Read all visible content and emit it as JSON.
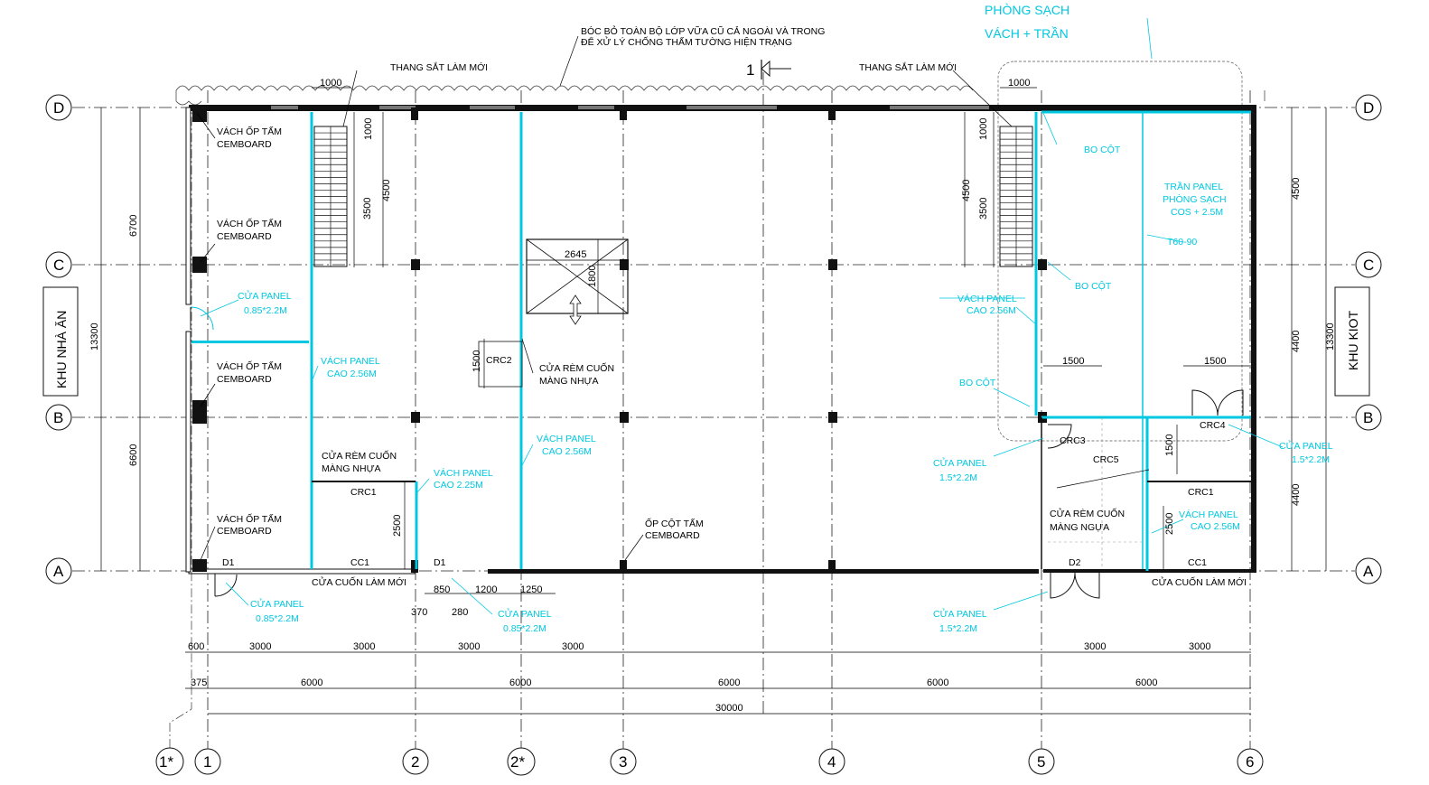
{
  "notes": {
    "top_note_line1": "BÓC BỎ TOÀN BỘ LỚP VỮA CŨ CẢ NGOÀI VÀ TRONG",
    "top_note_line2": "ĐỂ XỬ LÝ CHỐNG THẤM TƯỜNG HIỆN TRẠNG",
    "clean_room_line1": "PHÒNG SẠCH",
    "clean_room_line2": "VÁCH + TRẦN",
    "section_mark": "1",
    "stair_left": "THANG SẮT LÀM MỚI",
    "stair_right": "THANG SẮT LÀM MỚI",
    "cem1": "VÁCH ỐP TẤM",
    "cem1b": "CEMBOARD",
    "cem2": "VÁCH ỐP TẤM",
    "cem2b": "CEMBOARD",
    "cem3": "VÁCH ỐP TẤM",
    "cem3b": "CEMBOARD",
    "cem4": "VÁCH ỐP TẤM",
    "cem4b": "CEMBOARD",
    "door_panel_left": "CỬA PANEL",
    "door_panel_left_size": "0.85*2.2M",
    "door_d1_left": "CỬA PANEL",
    "door_d1_left_size": "0.85*2.2M",
    "door_d1_mid": "CỬA PANEL",
    "door_d1_mid_size": "0.85*2.2M",
    "panel_wall_1": "VÁCH PANEL",
    "panel_wall_1_h": "CAO 2.56M",
    "panel_wall_2": "VÁCH PANEL",
    "panel_wall_2_h": "CAO 2.25M",
    "panel_wall_3": "VÁCH PANEL",
    "panel_wall_3_h": "CAO 2.56M",
    "panel_wall_4": "VÁCH PANEL",
    "panel_wall_4_h": "CAO 2.56M",
    "panel_wall_5": "VÁCH PANEL",
    "panel_wall_5_h": "CAO 2.56M",
    "roll_curtain_1": "CỬA RÈM CUỐN",
    "roll_curtain_1b": "MÀNG NHỰA",
    "roll_curtain_2": "CỬA RÈM CUỐN",
    "roll_curtain_2b": "MÀNG NHỰA",
    "roll_curtain_3": "CỬA RÈM CUỐN",
    "roll_curtain_3b": "MÀNG NGỰA",
    "crc1": "CRC1",
    "crc1b": "CRC1",
    "crc2": "CRC2",
    "crc3": "CRC3",
    "crc4": "CRC4",
    "crc5": "CRC5",
    "cc1": "CC1",
    "cc1b": "CC1",
    "d1a": "D1",
    "d1b": "D1",
    "d2": "D2",
    "roll_door_left": "CỬA CUỐN LÀM MỚI",
    "roll_door_right": "CỬA CUỐN LÀM MỚI",
    "column_clad": "ỐP CỘT TẤM",
    "column_clad_b": "CEMBOARD",
    "bo_cot_1": "BO CỘT",
    "bo_cot_2": "BO CỘT",
    "bo_cot_3": "BO CỘT",
    "ceiling_1": "TRẦN PANEL",
    "ceiling_2": "PHÒNG SẠCH",
    "ceiling_3": "COS + 2.5M",
    "t6090": "T60-90",
    "door_panel_r1": "CỬA PANEL",
    "door_panel_r1_size": "1.5*2.2M",
    "door_panel_r2": "CỬA PANEL",
    "door_panel_r2_size": "1.5*2.2M",
    "door_panel_r3": "CỬA PANEL",
    "door_panel_r3_size": "1.5*2.2M",
    "left_zone": "KHU NHÀ ĂN",
    "right_zone": "KHU KIOT"
  },
  "axes": {
    "rows": [
      "D",
      "C",
      "B",
      "A"
    ],
    "cols": [
      "1*",
      "1",
      "2",
      "2*",
      "3",
      "4",
      "5",
      "6"
    ]
  },
  "dims": {
    "bottom_row1": [
      "600",
      "3000",
      "3000",
      "3000",
      "3000",
      "3000",
      "3000"
    ],
    "bottom_row2": [
      "375",
      "6000",
      "6000",
      "6000",
      "6000",
      "6000"
    ],
    "total": "30000",
    "left_6700": "6700",
    "left_6600": "6600",
    "left_13300": "13300",
    "right_4500": "4500",
    "right_4400a": "4400",
    "right_4400b": "4400",
    "right_13300": "13300",
    "stair_l_1000": "1000",
    "stair_l_1000v": "1000",
    "stair_l_3500": "3500",
    "stair_l_4500": "4500",
    "stair_r_1000": "1000",
    "stair_r_1000v": "1000",
    "stair_r_4500": "4500",
    "stair_r_3500": "3500",
    "opening_w": "2645",
    "opening_h": "1800",
    "crc2_h": "1500",
    "crc1_h": "2500",
    "d_850": "850",
    "d_1200": "1200",
    "d_1250": "1250",
    "d_370": "370",
    "d_280": "280",
    "r_1500a": "1500",
    "r_1500b": "1500",
    "r_1500v": "1500",
    "r_2500": "2500"
  }
}
